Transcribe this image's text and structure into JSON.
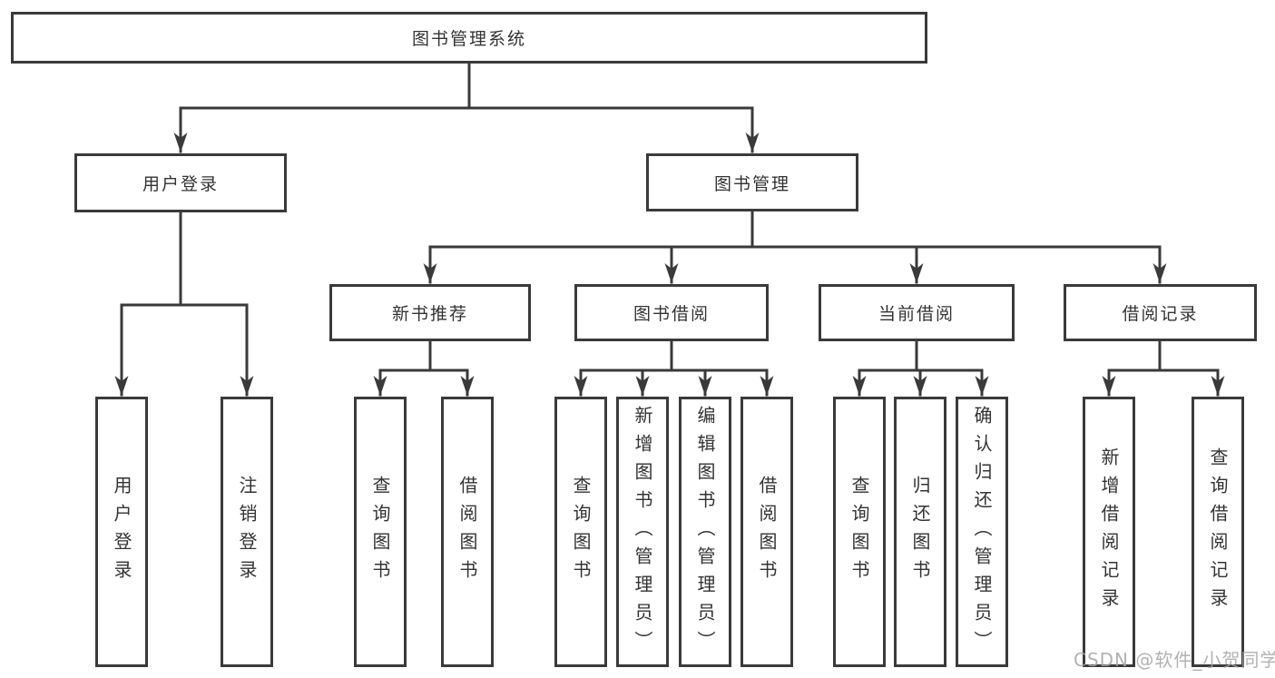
{
  "diagram": {
    "title": "图书管理系统",
    "type": "hierarchical-function-structure-chart",
    "tree": {
      "root": "图书管理系统",
      "branches": [
        {
          "label": "用户登录",
          "children": [
            "用户登录",
            "注销登录"
          ]
        },
        {
          "label": "图书管理",
          "children": [
            {
              "label": "新书推荐",
              "children": [
                "查询图书",
                "借阅图书"
              ]
            },
            {
              "label": "图书借阅",
              "children": [
                "查询图书",
                "新增图书（管理员）",
                "编辑图书（管理员）",
                "借阅图书"
              ]
            },
            {
              "label": "当前借阅",
              "children": [
                "查询图书",
                "归还图书",
                "确认归还（管理员）"
              ]
            },
            {
              "label": "借阅记录",
              "children": [
                "新增借阅记录",
                "查询借阅记录"
              ]
            }
          ]
        }
      ]
    }
  },
  "watermark": "CSDN @软件_小贺同学",
  "colors": {
    "line": "#3a3a3a",
    "box_border": "#3a3a3a",
    "text": "#333333",
    "watermark": "#a5a5a5",
    "background": "#ffffff"
  }
}
